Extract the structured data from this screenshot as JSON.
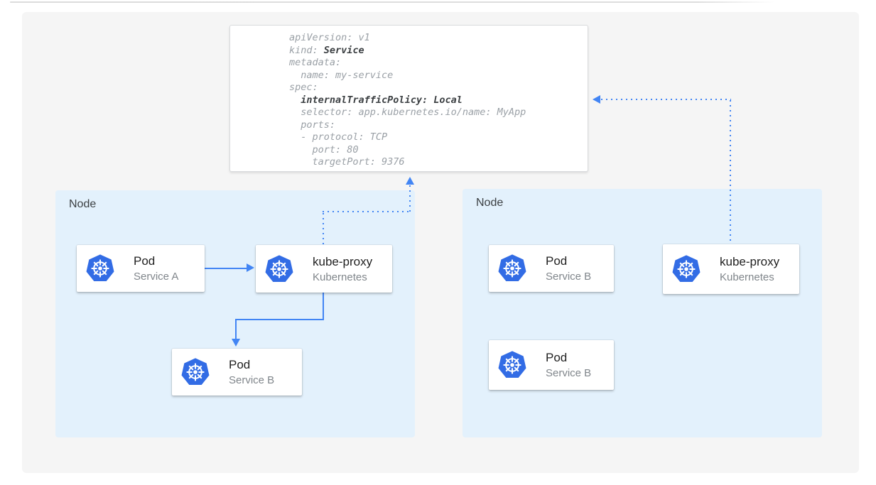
{
  "colors": {
    "accent_blue": "#4285F4",
    "kubernetes_blue": "#326CE5",
    "node_bg": "#E3F1FC",
    "panel_bg": "#F5F5F5",
    "code_gray": "#9AA0A6",
    "code_bold": "#3C4043"
  },
  "yaml_card": {
    "lines": [
      [
        {
          "t": "apiVersion: v1"
        }
      ],
      [
        {
          "t": "kind: "
        },
        {
          "t": "Service",
          "b": true
        }
      ],
      [
        {
          "t": "metadata:"
        }
      ],
      [
        {
          "t": "  name: my-service"
        }
      ],
      [
        {
          "t": "spec:"
        }
      ],
      [
        {
          "t": "  "
        },
        {
          "t": "internalTrafficPolicy: Local",
          "b": true
        }
      ],
      [
        {
          "t": "  selector: app.kubernetes.io/name: MyApp"
        }
      ],
      [
        {
          "t": "  ports:"
        }
      ],
      [
        {
          "t": "  - protocol: TCP"
        }
      ],
      [
        {
          "t": "    port: 80"
        }
      ],
      [
        {
          "t": "    targetPort: 9376"
        }
      ]
    ]
  },
  "nodes": [
    {
      "label": "Node"
    },
    {
      "label": "Node"
    }
  ],
  "cards": [
    {
      "title": "Pod",
      "subtitle": "Service A",
      "icon": "kubernetes-icon"
    },
    {
      "title": "kube-proxy",
      "subtitle": "Kubernetes",
      "icon": "kubernetes-icon"
    },
    {
      "title": "Pod",
      "subtitle": "Service B",
      "icon": "kubernetes-icon"
    },
    {
      "title": "Pod",
      "subtitle": "Service B",
      "icon": "kubernetes-icon"
    },
    {
      "title": "kube-proxy",
      "subtitle": "Kubernetes",
      "icon": "kubernetes-icon"
    },
    {
      "title": "Pod",
      "subtitle": "Service B",
      "icon": "kubernetes-icon"
    }
  ]
}
